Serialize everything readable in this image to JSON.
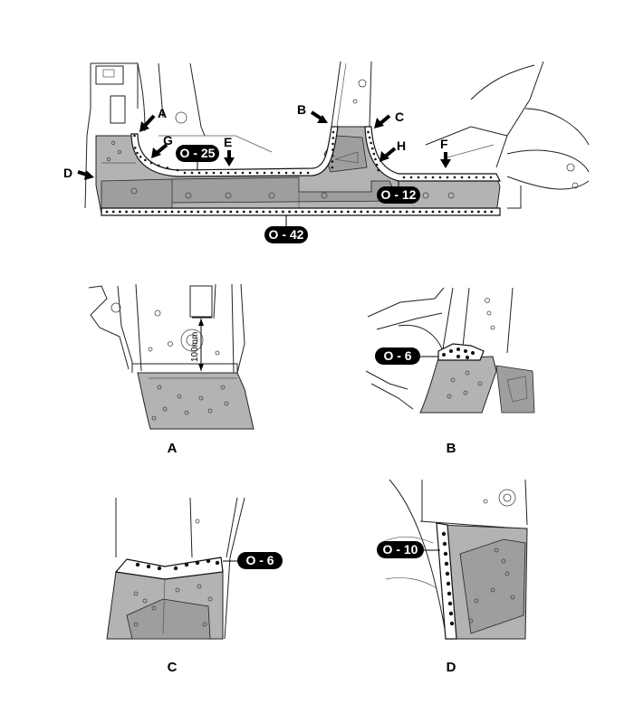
{
  "main_view": {
    "arrow_labels": [
      "A",
      "B",
      "C",
      "D",
      "E",
      "F",
      "G",
      "H"
    ],
    "weld_tags": {
      "o25": "O - 25",
      "o12": "O - 12",
      "o42": "O - 42"
    }
  },
  "detail_a": {
    "caption": "A",
    "dimension": "100mm"
  },
  "detail_b": {
    "caption": "B",
    "weld_tag": "O - 6"
  },
  "detail_c": {
    "caption": "C",
    "weld_tag": "O - 6"
  },
  "detail_d": {
    "caption": "D",
    "weld_tag": "O - 10"
  }
}
